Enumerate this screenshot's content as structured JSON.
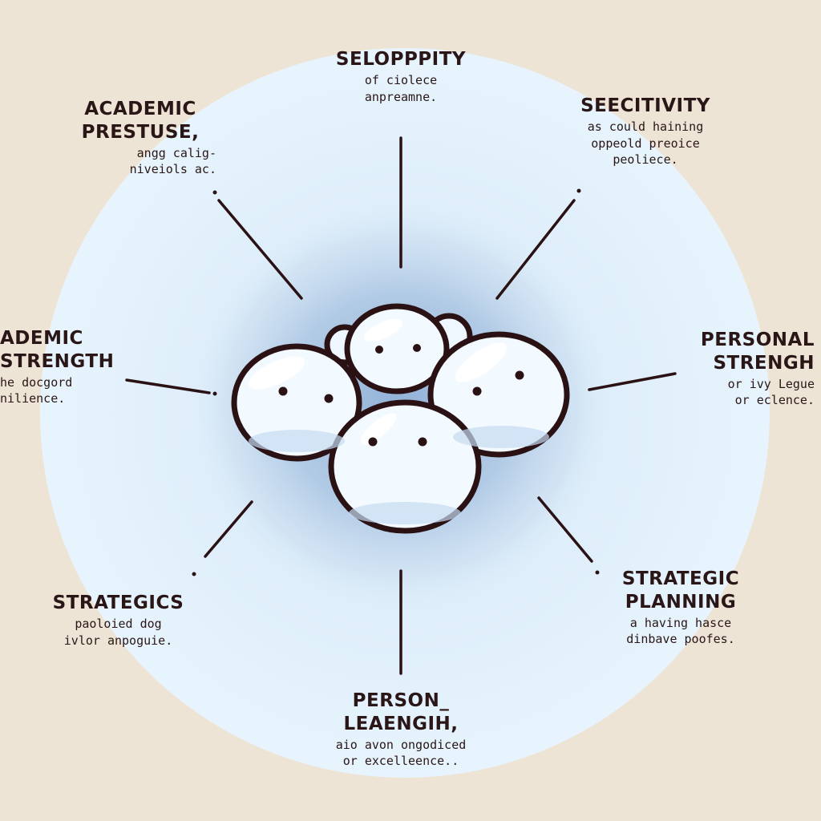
{
  "colors": {
    "background": "#ede4d6",
    "halo": "#e4f2fc",
    "inner_shadow": "#a7c1de",
    "cloud_fill": "#f2f9ff",
    "outline": "#2a1214",
    "text": "#2a1616"
  },
  "center": {
    "icon": "cloud-with-faces-icon"
  },
  "nodes": [
    {
      "id": "top",
      "title": "SELOPPPITY",
      "lines": [
        "of ciolece",
        "anpreamne."
      ]
    },
    {
      "id": "top-left",
      "title": "ACADEMIC\nPRESTUSE,",
      "lines": [
        "angg calig-",
        "niveiols ac."
      ]
    },
    {
      "id": "top-right",
      "title": "SEECITIVITY",
      "lines": [
        "as could haining",
        "oppeold preoice",
        "peoliece."
      ]
    },
    {
      "id": "left",
      "title": "ADEMIC\nSTRENGTH",
      "lines": [
        "he docgord",
        "nilience."
      ]
    },
    {
      "id": "right",
      "title": "PERSONAL\nSTRENGH",
      "lines": [
        "or ivy Legue",
        "or eclence."
      ]
    },
    {
      "id": "bottom-left",
      "title": "STRATEGICS",
      "lines": [
        "paoloied dog",
        "ivlor anpoguie."
      ]
    },
    {
      "id": "bottom-right",
      "title": "STRATEGIC\nPLANNING",
      "lines": [
        "a having hasce",
        "dinbave poofes."
      ]
    },
    {
      "id": "bottom",
      "title": "PERSON_\nLEAENGIH,",
      "lines": [
        "aio avon ongodiced",
        "or excelleence.."
      ]
    }
  ]
}
